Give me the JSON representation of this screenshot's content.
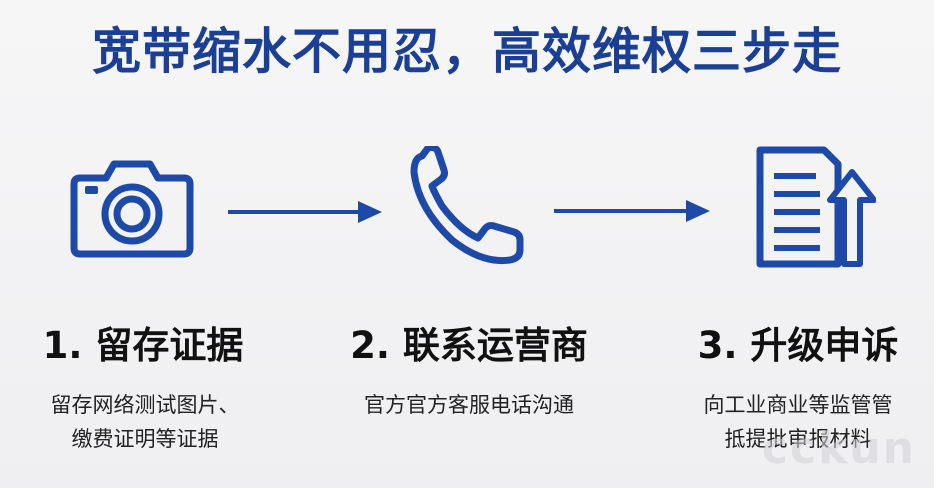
{
  "header": {
    "title": "宽带缩水不用忍，高效维权三步走"
  },
  "colors": {
    "accent": "#1a3f95",
    "icon_blue": "#1d4aa8",
    "text_dark": "#111111",
    "background": "#f3f3f4"
  },
  "steps": [
    {
      "icon": "camera-icon",
      "title": "1. 留存证据",
      "desc_line1": "留存网络测试图片、",
      "desc_line2": "缴费证明等证据"
    },
    {
      "icon": "phone-icon",
      "title": "2. 联系运营商",
      "desc_line1": "官方官方客服电话沟通",
      "desc_line2": ""
    },
    {
      "icon": "document-upload-icon",
      "title": "3. 升级申诉",
      "desc_line1": "向工业商业等监管管",
      "desc_line2": "抵提批审报材料"
    }
  ],
  "arrows": [
    "arrow-right-icon",
    "arrow-right-icon"
  ],
  "watermark": {
    "logo": "cckun"
  }
}
